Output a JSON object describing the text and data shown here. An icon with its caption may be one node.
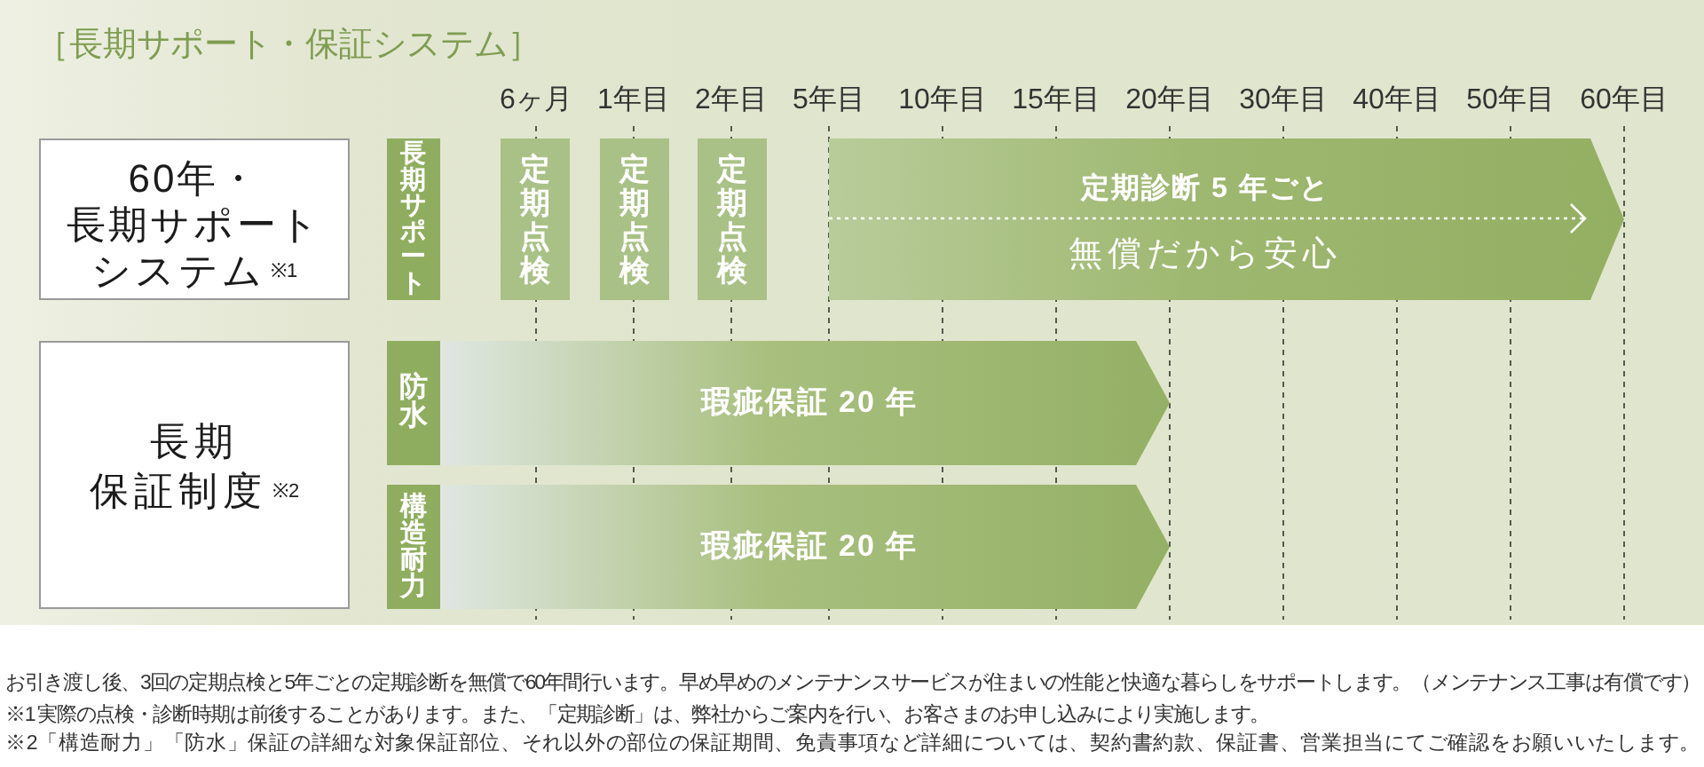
{
  "diagram": {
    "title": "［長期サポート・保証システム］",
    "nodes": [
      {
        "text": [
          "60年・長期サポートシステム$^{※1}$"
        ]
      },
      {
        "text": [
          "長期サポート"
        ]
      },
      {
        "text": [
          "定期点検"
        ]
      },
      {
        "text": [
          "定期点検"
        ]
      },
      {
        "text": [
          "定期点検"
        ]
      },
      {
        "text": [
          "定期診断 5 年ごと",
          "無償だから安心"
        ]
      },
      {
        "text": [
          "長期保証制度$^{※2}$"
        ]
      },
      {
        "text": [
          "防水"
        ]
      },
      {
        "text": [
          "瑕疵保証 20 年"
        ]
      },
      {
        "text": [
          "構造耐力"
        ]
      },
      {
        "text": [
          "瑕疵保証 20 年"
        ]
      }
    ],
    "labels": [
      "6ヶ月",
      "1年目",
      "2年目",
      "5年目",
      "10年目",
      "15年目",
      "20年目",
      "30年目",
      "40年目",
      "50年目",
      "60年目",
      "お引き渡し後、3回の定期点検と5年ごとの定期診断を無償で60年間行います。早め早めのメンテナンスサービスが住まいの性能と快適な暮らしをサポートします。（メンテナンス工事は有償です）",
      "※1 実際の点検・診断時期は前後することがあります。また、「定期診断」は、弊社からご案内を行い、お客さまのお申し込みにより実施します。",
      "※2「構造耐力」「防水」保証の詳細な対象保証部位、それ以外の部位の保証期間、免責事項など詳細については、契約書約款、保証書、営業担当にてご確認をお願いいたします。"
    ]
  }
}
